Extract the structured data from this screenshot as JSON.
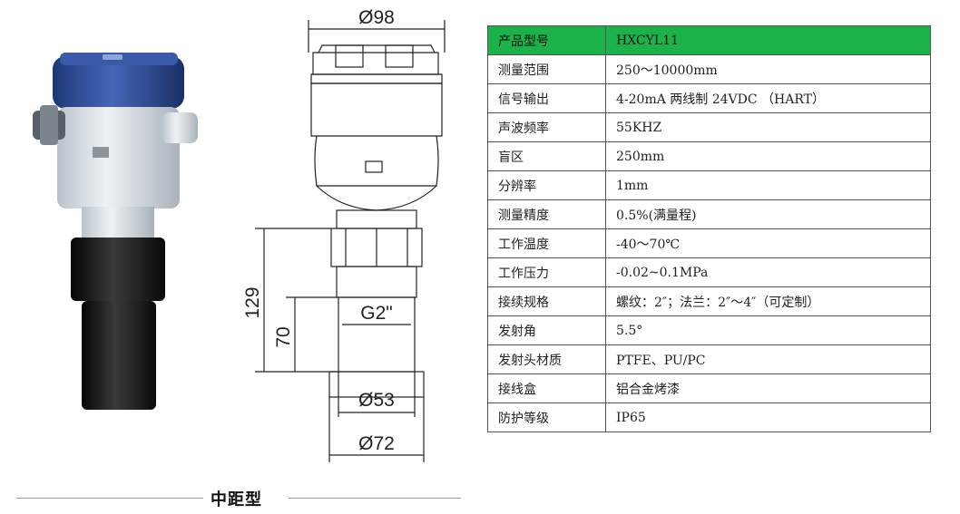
{
  "photo": {
    "alt": "ultrasonic level meter product photo"
  },
  "drawing": {
    "dims": {
      "top_width": "Ø98",
      "height_total": "129",
      "height_thread": "70",
      "thread": "G2\"",
      "bottom_inner": "Ø53",
      "bottom_outer": "Ø72"
    }
  },
  "specs": {
    "rows": [
      {
        "key": "产品型号",
        "value": "HXCYL11"
      },
      {
        "key": "测量范围",
        "value": "250～10000mm"
      },
      {
        "key": "信号输出",
        "value": "4-20mA 两线制 24VDC （HART）"
      },
      {
        "key": "声波频率",
        "value": "55KHZ"
      },
      {
        "key": "盲区",
        "value": "250mm"
      },
      {
        "key": "分辨率",
        "value": "1mm"
      },
      {
        "key": "测量精度",
        "value": "0.5%(满量程)"
      },
      {
        "key": "工作温度",
        "value": "-40～70℃"
      },
      {
        "key": "工作压力",
        "value": "-0.02~0.1MPa"
      },
      {
        "key": "接续规格",
        "value": "螺纹：2″；法兰：2″～4″（可定制）"
      },
      {
        "key": "发射角",
        "value": "5.5°"
      },
      {
        "key": "发射头材质",
        "value": "PTFE、PU/PC"
      },
      {
        "key": "接线盒",
        "value": "铝合金烤漆"
      },
      {
        "key": "防护等级",
        "value": "IP65"
      }
    ]
  },
  "caption": {
    "text": "中距型"
  },
  "colors": {
    "header_green": "#1bb24a",
    "cap_blue": "#2e4d9c",
    "body_gray": "#d5dbe1",
    "sensor_black": "#161616"
  }
}
